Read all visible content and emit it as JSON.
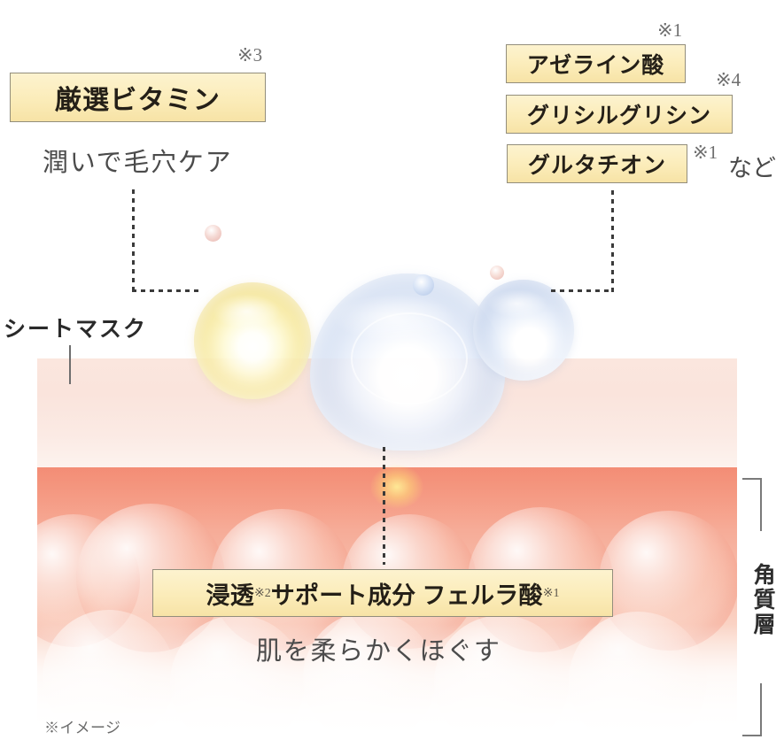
{
  "meta": {
    "disclaimer": "※イメージ"
  },
  "left_group": {
    "note": "※3",
    "box_label": "厳選ビタミン",
    "caption": "潤いで毛穴ケア"
  },
  "right_group": {
    "boxes": [
      {
        "label": "アゼライン酸",
        "note": "※1"
      },
      {
        "label": "グリシルグリシン",
        "note": "※4"
      },
      {
        "label": "グルタチオン",
        "note": "※1"
      }
    ],
    "suffix": "など"
  },
  "bottom_group": {
    "label_part1": "浸透",
    "label_note1": "※2",
    "label_part2": "サポート成分 フェルラ酸",
    "label_note2": "※1",
    "caption": "肌を柔らかくほぐす"
  },
  "layers": {
    "sheet_mask_label": "シートマスク",
    "corneum_label": "角質層"
  },
  "colors": {
    "box_fill_top": "#fdf3cf",
    "box_fill_bottom": "#f7e3a6",
    "box_border": "#938e7c",
    "text_dark": "#241f17",
    "caption_gray": "#4b4b4b",
    "note_gray": "#6f6f6f",
    "mask_layer_pink": "#fae4dc",
    "corneum_pink": "#f79b85",
    "droplet_yellow": "#e9d26e",
    "droplet_blue": "#aabee4"
  }
}
